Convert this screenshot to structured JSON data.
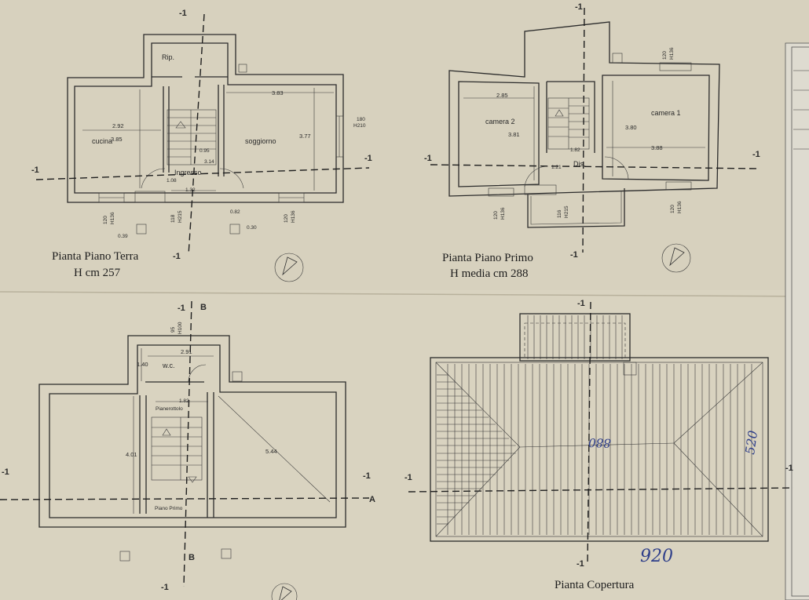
{
  "colors": {
    "paper": "#d9d3c0",
    "ink": "#2b2b2b",
    "pen": "#2f3f8a"
  },
  "plans": {
    "ground": {
      "caption_line1": "Pianta Piano Terra",
      "caption_line2": "H cm 257",
      "rooms": {
        "rip": "Rip.",
        "cucina": "cucina",
        "soggiorno": "soggiorno",
        "ingresso": "Ingresso"
      },
      "dims": {
        "cucina_w": "2.92",
        "cucina_h": "3.85",
        "sogg_w": "3.83",
        "sogg_h": "3.77",
        "stair_a": "0.95",
        "stair_b": "3.14",
        "ingr_a": "1.08",
        "ingr_b": "1.32",
        "d082": "0.82",
        "d030": "0.30",
        "d039": "0.39"
      },
      "openings": {
        "w1_top": "120",
        "w1_bot": "H136",
        "door_top": "118",
        "door_bot": "H215",
        "w2_top": "120",
        "w2_bot": "H136",
        "w3_top": "180",
        "w3_bot": "H210"
      }
    },
    "first": {
      "caption_line1": "Pianta Piano Primo",
      "caption_line2": "H media cm 288",
      "rooms": {
        "camera2": "camera 2",
        "camera1": "camera 1",
        "dis": "Dis."
      },
      "dims": {
        "cam2_w": "2.85",
        "cam2_h": "3.81",
        "cam1_h": "3.80",
        "cam1_w": "3.88",
        "d182": "1.82",
        "d121": "1.21"
      },
      "openings": {
        "w1_top": "120",
        "w1_bot": "H136",
        "door_top": "116",
        "door_bot": "H215",
        "w2_top": "120",
        "w2_bot": "H136",
        "w3_top": "120",
        "w3_bot": "H136"
      }
    },
    "upper": {
      "rooms": {
        "wc": "w.c.",
        "pianerottolo": "Pianerottolo",
        "piano_primo": "Piano Primo"
      },
      "dims": {
        "wc_w": "2.91",
        "wc_h": "1.40",
        "d182": "1.82",
        "h401": "4.01",
        "diag": "5.44"
      },
      "openings": {
        "top": "95",
        "bot": "H100"
      },
      "section_b": "B",
      "section_a": "A"
    },
    "roof": {
      "caption": "Pianta Copertura",
      "handwriting": {
        "a": "920",
        "b": "520",
        "c": "880"
      }
    }
  }
}
